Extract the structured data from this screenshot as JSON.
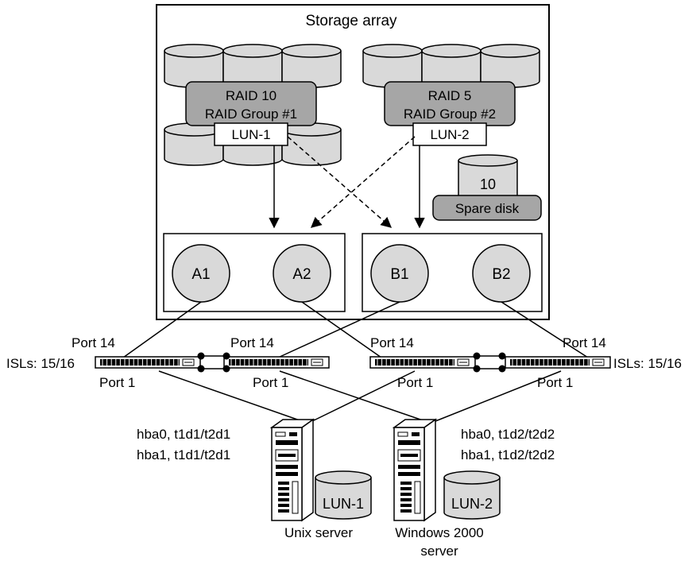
{
  "storage_array": {
    "title": "Storage array",
    "raid_groups": [
      {
        "level": "RAID 10",
        "group": "RAID Group #1",
        "lun": "LUN-1"
      },
      {
        "level": "RAID 5",
        "group": "RAID Group #2",
        "lun": "LUN-2"
      }
    ],
    "spare": {
      "number": "10",
      "label": "Spare disk"
    }
  },
  "ports": [
    "A1",
    "A2",
    "B1",
    "B2"
  ],
  "switches": {
    "port_top": "Port 14",
    "port_bottom": "Port 1",
    "isl_label": "ISLs: 15/16"
  },
  "servers": [
    {
      "name_line1": "Unix server",
      "name_line2": "",
      "hba0": "hba0, t1d1/t2d1",
      "hba1": "hba1, t1d1/t2d1",
      "lun": "LUN-1"
    },
    {
      "name_line1": "Windows 2000",
      "name_line2": "server",
      "hba0": "hba0, t1d2/t2d2",
      "hba1": "hba1, t1d2/t2d2",
      "lun": "LUN-2"
    }
  ],
  "colors": {
    "disk": "#d9d9d9",
    "raid_label": "#a6a6a6",
    "line": "#000000",
    "background": "#ffffff"
  },
  "icons": [
    "disk-icon",
    "server-tower-icon",
    "switch-icon"
  ]
}
